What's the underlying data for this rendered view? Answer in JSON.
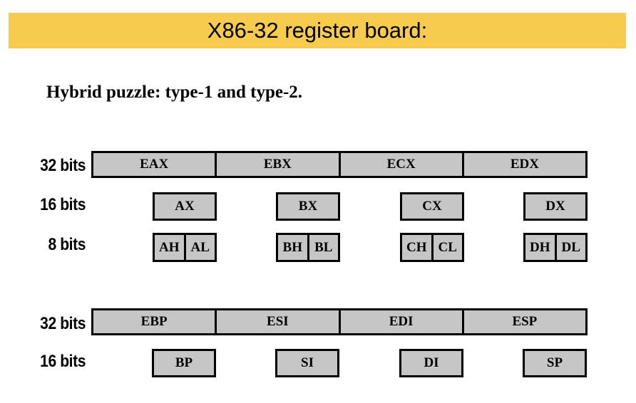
{
  "title": "X86-32 register board:",
  "subtitle": "Hybrid puzzle: type-1 and type-2.",
  "group1": {
    "labels": {
      "bits32": "32 bits",
      "bits16": "16 bits",
      "bits8": "8 bits"
    },
    "reg32": [
      "EAX",
      "EBX",
      "ECX",
      "EDX"
    ],
    "reg16": [
      "AX",
      "BX",
      "CX",
      "DX"
    ],
    "reg8": [
      {
        "high": "AH",
        "low": "AL"
      },
      {
        "high": "BH",
        "low": "BL"
      },
      {
        "high": "CH",
        "low": "CL"
      },
      {
        "high": "DH",
        "low": "DL"
      }
    ]
  },
  "group2": {
    "labels": {
      "bits32": "32 bits",
      "bits16": "16 bits"
    },
    "reg32": [
      "EBP",
      "ESI",
      "EDI",
      "ESP"
    ],
    "reg16": [
      "BP",
      "SI",
      "DI",
      "SP"
    ]
  },
  "colors": {
    "banner": "#f7cb4d",
    "register_fill": "#c6c6c6",
    "border": "#000000"
  }
}
